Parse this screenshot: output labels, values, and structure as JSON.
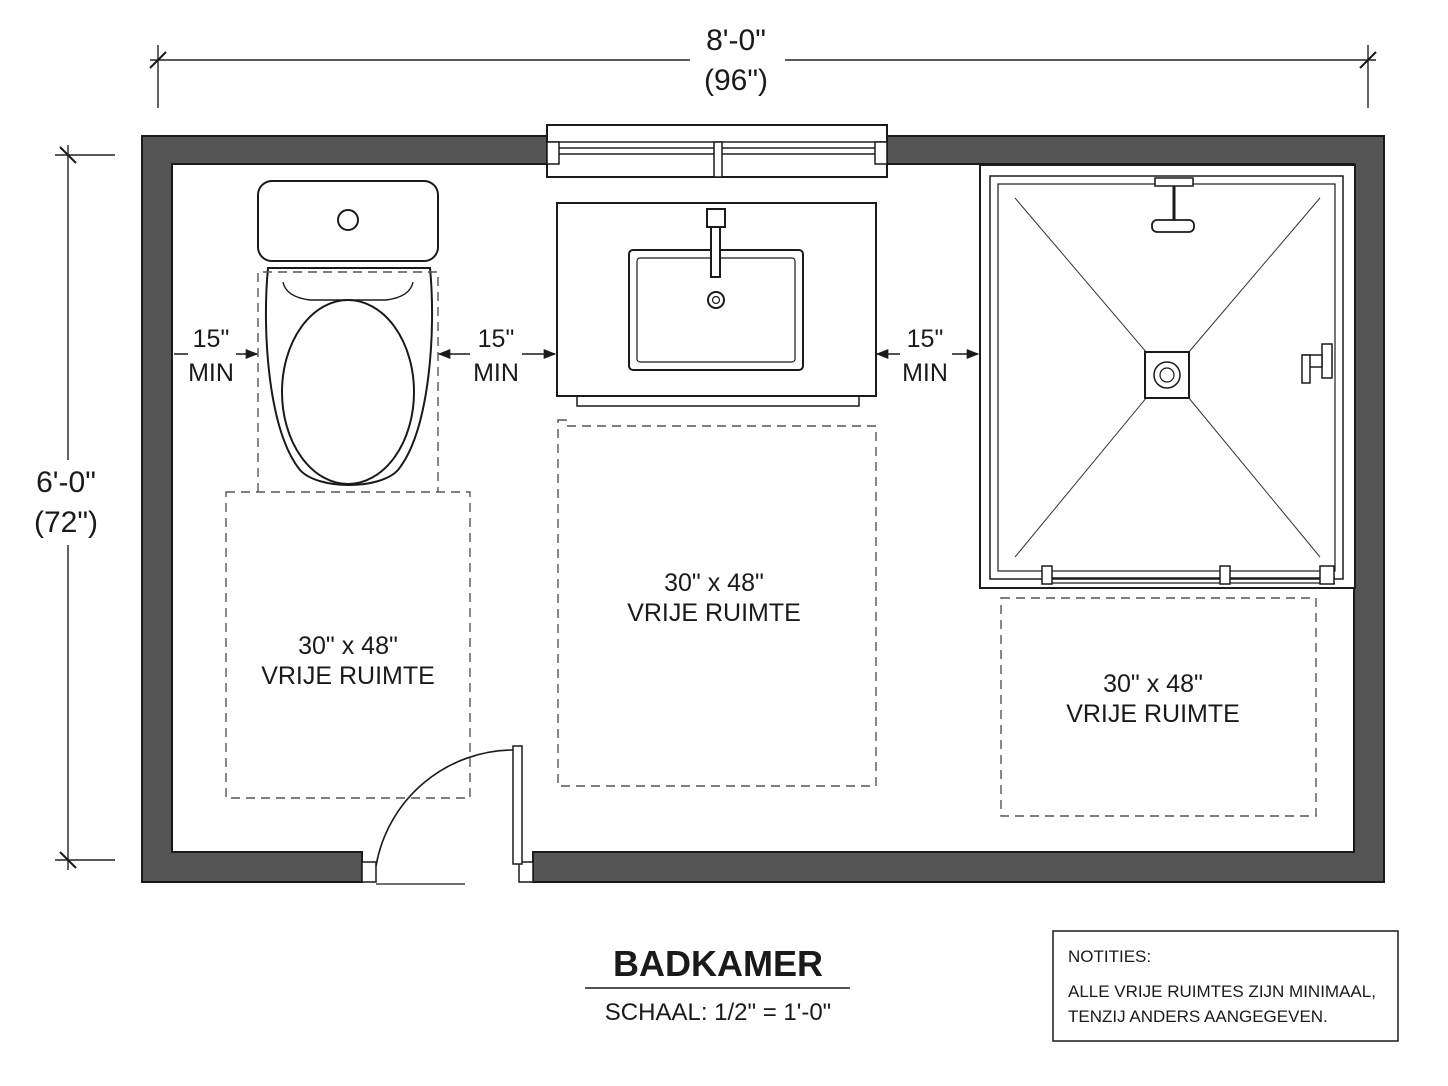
{
  "dimensions": {
    "width_feet": "8'-0\"",
    "width_inches": "(96\")",
    "height_feet": "6'-0\"",
    "height_inches": "(72\")"
  },
  "clearances": {
    "toilet_side": {
      "value": "15\"",
      "unit": "MIN"
    },
    "toilet_vanity": {
      "value": "15\"",
      "unit": "MIN"
    },
    "vanity_shower": {
      "value": "15\"",
      "unit": "MIN"
    }
  },
  "clear_spaces": [
    {
      "size": "30\" x 48\"",
      "label": "VRIJE RUIMTE"
    },
    {
      "size": "30\" x 48\"",
      "label": "VRIJE RUIMTE"
    },
    {
      "size": "30\" x 48\"",
      "label": "VRIJE RUIMTE"
    }
  ],
  "title": {
    "name": "BADKAMER",
    "scale": "SCHAAL: 1/2\" = 1'-0\""
  },
  "notes": {
    "heading": "NOTITIES:",
    "line1": "ALLE VRIJE RUIMTES ZIJN MINIMAAL,",
    "line2": "TENZIJ ANDERS AANGEGEVEN."
  },
  "colors": {
    "wall_fill": "#555555",
    "wall_outline": "#1a1a1a",
    "fixture_fill": "#ffffff",
    "counter_fill": "#ffffff"
  }
}
